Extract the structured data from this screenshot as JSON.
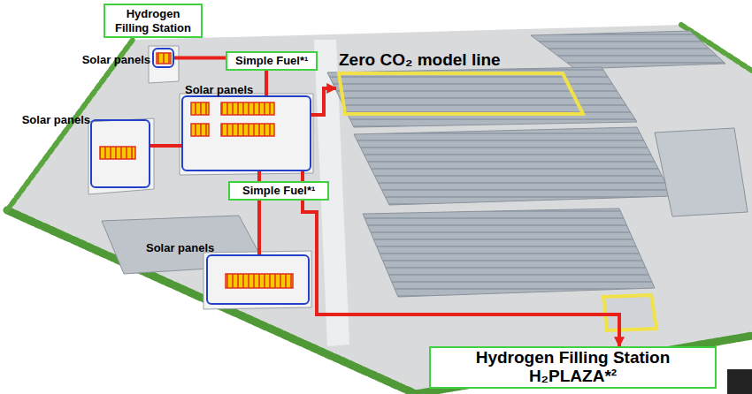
{
  "diagram": {
    "nodes": [
      {
        "text": [
          "Hydrogen Filling Station"
        ]
      },
      {
        "text": [
          "Solar panels"
        ]
      },
      {
        "text": [
          "Simple Fuel*¹"
        ]
      },
      {
        "text": [
          "Zero CO₂ model line"
        ]
      },
      {
        "text": [
          "Solar panels"
        ]
      },
      {
        "text": [
          "Solar panels"
        ]
      },
      {
        "text": [
          "Simple Fuel*¹"
        ]
      },
      {
        "text": [
          "Solar panels"
        ]
      },
      {
        "text": [
          "Hydrogen Filling Station H₂PLAZA*²"
        ]
      }
    ],
    "edges": [
      {
        "from": 1,
        "to": 5,
        "arrow": "none"
      },
      {
        "from": 4,
        "to": 5,
        "arrow": "none"
      },
      {
        "from": 5,
        "to": 3,
        "arrow": "to"
      },
      {
        "from": 5,
        "to": 7,
        "arrow": "none"
      },
      {
        "from": 5,
        "to": 8,
        "arrow": "to"
      }
    ]
  }
}
